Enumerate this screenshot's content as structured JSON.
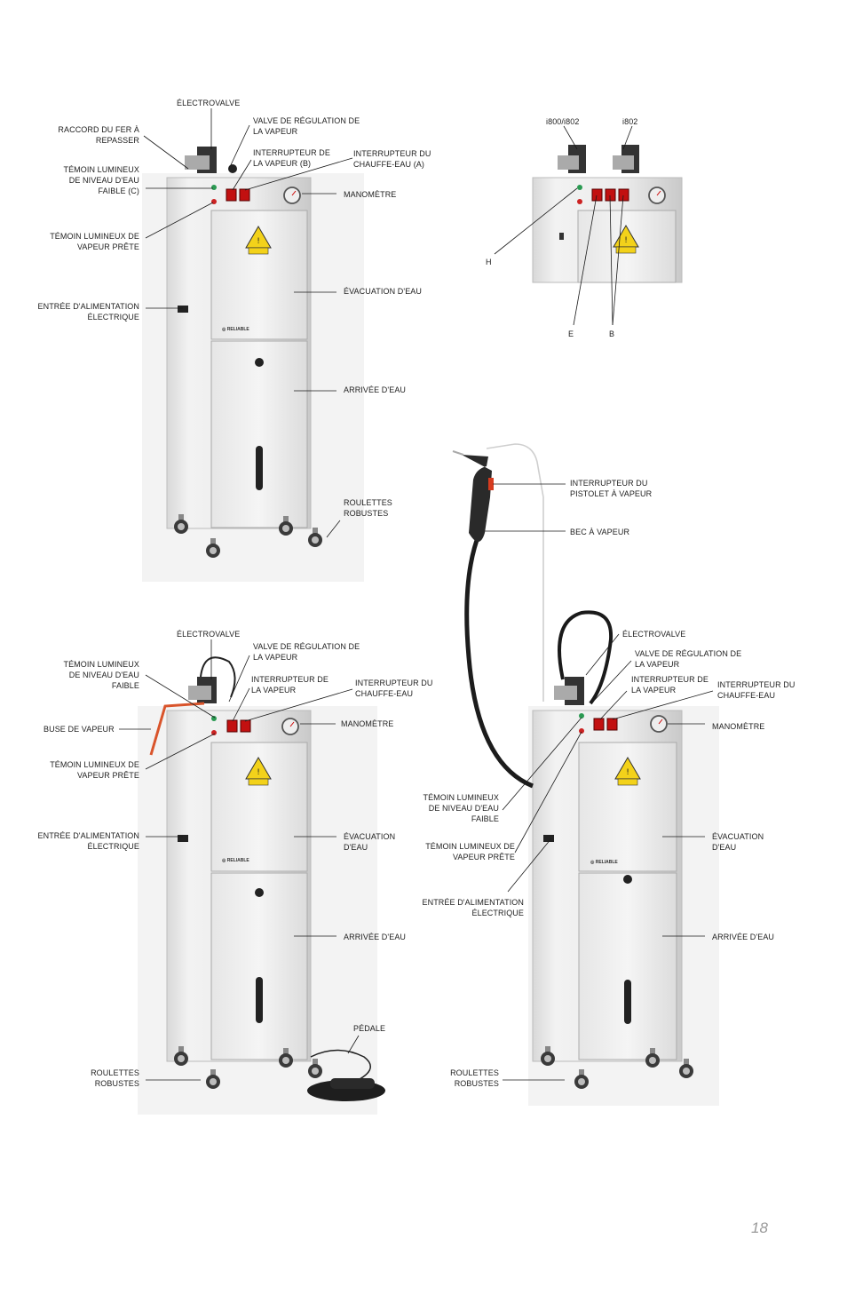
{
  "page": {
    "number": "18"
  },
  "diagram1": {
    "labels": {
      "electrovalve": "ÉLECTROVALVE",
      "iron_connector": "RACCORD DU FER À\nREPASSER",
      "steam_valve": "VALVE DE RÉGULATION DE\nLA VAPEUR",
      "steam_switch": "INTERRUPTEUR DE\nLA VAPEUR (B)",
      "heater_switch": "INTERRUPTEUR DU\nCHAUFFE-EAU (A)",
      "low_water": "TÉMOIN LUMINEUX\nDE NIVEAU D'EAU\nFAIBLE (C)",
      "manometer": "MANOMÈTRE",
      "steam_ready": "TÉMOIN LUMINEUX DE\nVAPEUR PRÊTE",
      "drain": "ÉVACUATION D'EAU",
      "power_input": "ENTRÉE D'ALIMENTATION\nÉLECTRIQUE",
      "water_inlet": "ARRIVÉE D'EAU",
      "casters": "ROULETTES\nROBUSTES"
    }
  },
  "diagram2": {
    "labels": {
      "model_a": "i800/i802",
      "model_b": "i802",
      "h": "H",
      "e": "E",
      "b": "B"
    }
  },
  "diagram3": {
    "labels": {
      "gun_switch": "INTERRUPTEUR DU\nPISTOLET À VAPEUR",
      "steam_nozzle": "BEC À VAPEUR"
    }
  },
  "diagram4": {
    "labels": {
      "electrovalve": "ÉLECTROVALVE",
      "steam_valve": "VALVE DE RÉGULATION DE\nLA VAPEUR",
      "low_water": "TÉMOIN LUMINEUX\nDE NIVEAU D'EAU\nFAIBLE",
      "steam_switch": "INTERRUPTEUR DE\nLA VAPEUR",
      "heater_switch": "INTERRUPTEUR DU\nCHAUFFE-EAU",
      "steam_nozzle": "BUSE DE VAPEUR",
      "manometer": "MANOMÈTRE",
      "steam_ready": "TÉMOIN LUMINEUX DE\nVAPEUR PRÊTE",
      "power_input": "ENTRÉE D'ALIMENTATION\nÉLECTRIQUE",
      "drain": "ÉVACUATION\nD'EAU",
      "water_inlet": "ARRIVÉE D'EAU",
      "pedal": "PÉDALE",
      "casters": "ROULETTES\nROBUSTES"
    }
  },
  "diagram5": {
    "labels": {
      "electrovalve": "ÉLECTROVALVE",
      "steam_valve": "VALVE DE RÉGULATION DE\nLA VAPEUR",
      "steam_switch": "INTERRUPTEUR DE\nLA VAPEUR",
      "heater_switch": "INTERRUPTEUR DU\nCHAUFFE-EAU",
      "manometer": "MANOMÈTRE",
      "low_water": "TÉMOIN LUMINEUX\nDE NIVEAU D'EAU\nFAIBLE",
      "steam_ready": "TÉMOIN LUMINEUX DE\nVAPEUR PRÊTE",
      "drain": "ÉVACUATION\nD'EAU",
      "power_input": "ENTRÉE D'ALIMENTATION\nÉLECTRIQUE",
      "water_inlet": "ARRIVÉE D'EAU",
      "casters": "ROULETTES\nROBUSTES"
    }
  },
  "brand": "RELIABLE"
}
